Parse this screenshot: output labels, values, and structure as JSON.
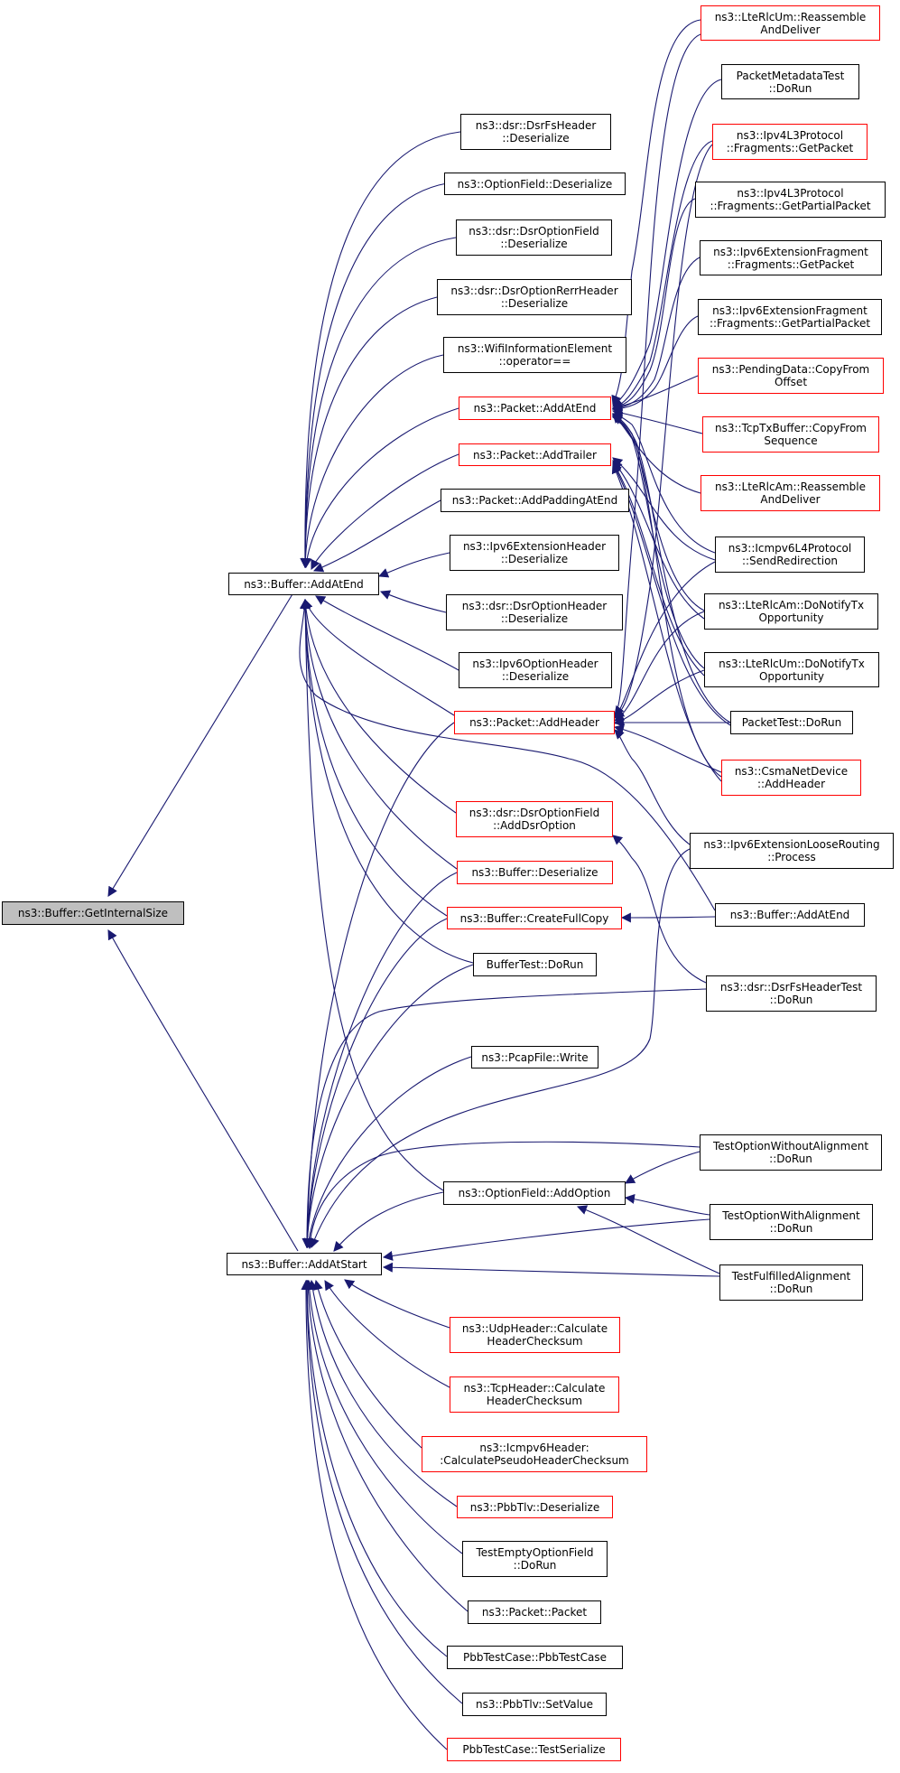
{
  "colors": {
    "edge": "#191970",
    "normal_border": "#000000",
    "link_border": "#ff0000",
    "root_fill": "#bfbfbf"
  },
  "nodes": {
    "root": {
      "lines": [
        "ns3::Buffer::GetInternalSize"
      ]
    },
    "addatend": {
      "lines": [
        "ns3::Buffer::AddAtEnd"
      ]
    },
    "addatstart": {
      "lines": [
        "ns3::Buffer::AddAtStart"
      ]
    },
    "dsrfs_des": {
      "lines": [
        "ns3::dsr::DsrFsHeader",
        "::Deserialize"
      ]
    },
    "optfield_des": {
      "lines": [
        "ns3::OptionField::Deserialize"
      ]
    },
    "dsropt_des": {
      "lines": [
        "ns3::dsr::DsrOptionField",
        "::Deserialize"
      ]
    },
    "dsrrerr_des": {
      "lines": [
        "ns3::dsr::DsrOptionRerrHeader",
        "::Deserialize"
      ]
    },
    "wifi_op": {
      "lines": [
        "ns3::WifiInformationElement",
        "::operator=="
      ]
    },
    "pkt_addatend": {
      "lines": [
        "ns3::Packet::AddAtEnd"
      ]
    },
    "pkt_addtrailer": {
      "lines": [
        "ns3::Packet::AddTrailer"
      ]
    },
    "pkt_addpadding": {
      "lines": [
        "ns3::Packet::AddPaddingAtEnd"
      ]
    },
    "ipv6ext_des": {
      "lines": [
        "ns3::Ipv6ExtensionHeader",
        "::Deserialize"
      ]
    },
    "dsrophdr_des": {
      "lines": [
        "ns3::dsr::DsrOptionHeader",
        "::Deserialize"
      ]
    },
    "ipv6opt_des": {
      "lines": [
        "ns3::Ipv6OptionHeader",
        "::Deserialize"
      ]
    },
    "pkt_addheader": {
      "lines": [
        "ns3::Packet::AddHeader"
      ]
    },
    "dsr_adddsropt": {
      "lines": [
        "ns3::dsr::DsrOptionField",
        "::AddDsrOption"
      ]
    },
    "buf_des": {
      "lines": [
        "ns3::Buffer::Deserialize"
      ]
    },
    "buf_fullcopy": {
      "lines": [
        "ns3::Buffer::CreateFullCopy"
      ]
    },
    "buftest": {
      "lines": [
        "BufferTest::DoRun"
      ]
    },
    "pcap_write": {
      "lines": [
        "ns3::PcapFile::Write"
      ]
    },
    "optfield_addopt": {
      "lines": [
        "ns3::OptionField::AddOption"
      ]
    },
    "udp_chk": {
      "lines": [
        "ns3::UdpHeader::Calculate",
        "HeaderChecksum"
      ]
    },
    "tcp_chk": {
      "lines": [
        "ns3::TcpHeader::Calculate",
        "HeaderChecksum"
      ]
    },
    "icmpv6_chk": {
      "lines": [
        "ns3::Icmpv6Header:",
        ":CalculatePseudoHeaderChecksum"
      ]
    },
    "pbbtlv_des": {
      "lines": [
        "ns3::PbbTlv::Deserialize"
      ]
    },
    "testempty": {
      "lines": [
        "TestEmptyOptionField",
        "::DoRun"
      ]
    },
    "pkt_packet": {
      "lines": [
        "ns3::Packet::Packet"
      ]
    },
    "pbbtc": {
      "lines": [
        "PbbTestCase::PbbTestCase"
      ]
    },
    "pbbtlv_set": {
      "lines": [
        "ns3::PbbTlv::SetValue"
      ]
    },
    "pbbtc_ser": {
      "lines": [
        "PbbTestCase::TestSerialize"
      ]
    },
    "lterlcum_rad": {
      "lines": [
        "ns3::LteRlcUm::Reassemble",
        "AndDeliver"
      ]
    },
    "pktmeta": {
      "lines": [
        "PacketMetadataTest",
        "::DoRun"
      ]
    },
    "ipv4frag_get": {
      "lines": [
        "ns3::Ipv4L3Protocol",
        "::Fragments::GetPacket"
      ]
    },
    "ipv4frag_getp": {
      "lines": [
        "ns3::Ipv4L3Protocol",
        "::Fragments::GetPartialPacket"
      ]
    },
    "ipv6frag_get": {
      "lines": [
        "ns3::Ipv6ExtensionFragment",
        "::Fragments::GetPacket"
      ]
    },
    "ipv6frag_getp": {
      "lines": [
        "ns3::Ipv6ExtensionFragment",
        "::Fragments::GetPartialPacket"
      ]
    },
    "pending_copy": {
      "lines": [
        "ns3::PendingData::CopyFrom",
        "Offset"
      ]
    },
    "tcptx_copy": {
      "lines": [
        "ns3::TcpTxBuffer::CopyFrom",
        "Sequence"
      ]
    },
    "lterlcam_rad": {
      "lines": [
        "ns3::LteRlcAm::Reassemble",
        "AndDeliver"
      ]
    },
    "icmpv6l4_redir": {
      "lines": [
        "ns3::Icmpv6L4Protocol",
        "::SendRedirection"
      ]
    },
    "lterlcam_notify": {
      "lines": [
        "ns3::LteRlcAm::DoNotifyTx",
        "Opportunity"
      ]
    },
    "lterlcum_notify": {
      "lines": [
        "ns3::LteRlcUm::DoNotifyTx",
        "Opportunity"
      ]
    },
    "pkttest": {
      "lines": [
        "PacketTest::DoRun"
      ]
    },
    "csma_addheader": {
      "lines": [
        "ns3::CsmaNetDevice",
        "::AddHeader"
      ]
    },
    "ipv6loose": {
      "lines": [
        "ns3::Ipv6ExtensionLooseRouting",
        "::Process"
      ]
    },
    "buf_addatend2": {
      "lines": [
        "ns3::Buffer::AddAtEnd"
      ]
    },
    "dsrfstest": {
      "lines": [
        "ns3::dsr::DsrFsHeaderTest",
        "::DoRun"
      ]
    },
    "testoptwithout": {
      "lines": [
        "TestOptionWithoutAlignment",
        "::DoRun"
      ]
    },
    "testoptwith": {
      "lines": [
        "TestOptionWithAlignment",
        "::DoRun"
      ]
    },
    "testfulfilled": {
      "lines": [
        "TestFulfilledAlignment",
        "::DoRun"
      ]
    }
  }
}
